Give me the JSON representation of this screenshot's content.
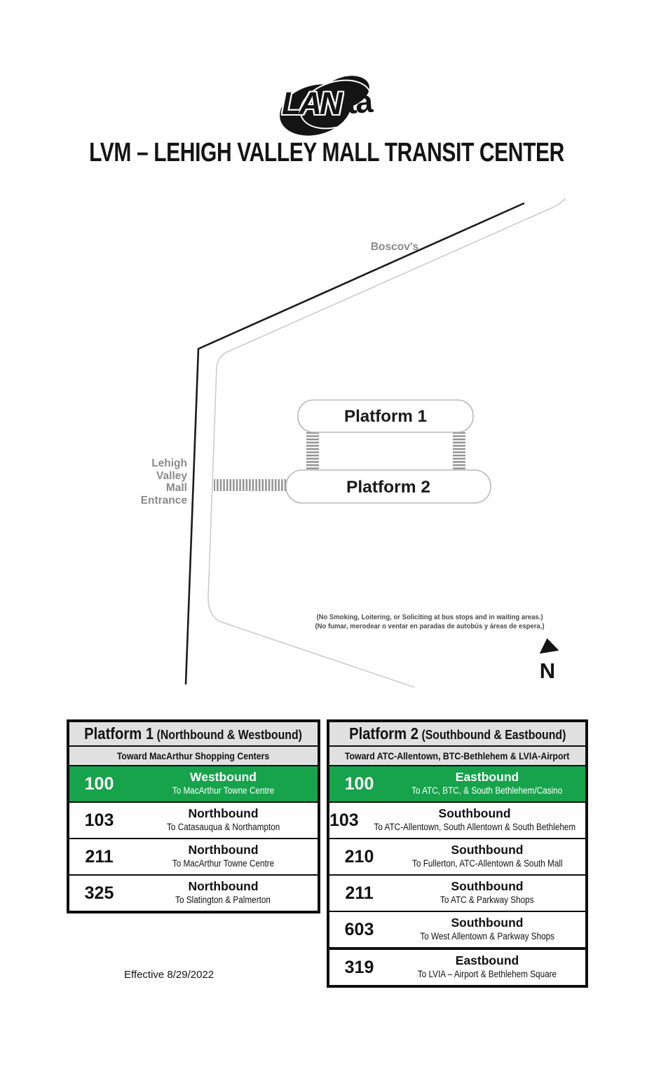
{
  "logo": {
    "lan": "LAN",
    "ta": "ta"
  },
  "title": "LVM – LEHIGH VALLEY MALL TRANSIT CENTER",
  "map": {
    "boscovs": "Boscov's",
    "platform1": "Platform 1",
    "platform2": "Platform 2",
    "entrance": [
      "Lehigh",
      "Valley",
      "Mall",
      "Entrance"
    ],
    "notice1": "(No Smoking, Loitering, or Soliciting at bus stops and in waiting areas.)",
    "notice2": "(No fumar, merodear o ventar en paradas de autobús y áreas de espera.)",
    "north": "N"
  },
  "tables": {
    "left": {
      "title": "Platform 1",
      "subtitle": "(Northbound & Westbound)",
      "toward": "Toward MacArthur Shopping Centers",
      "rows": [
        {
          "route": "100",
          "direction": "Westbound",
          "destination": "To MacArthur Towne Centre"
        },
        {
          "route": "103",
          "direction": "Northbound",
          "destination": "To Catasauqua & Northampton"
        },
        {
          "route": "211",
          "direction": "Northbound",
          "destination": "To MacArthur Towne Centre"
        },
        {
          "route": "325",
          "direction": "Northbound",
          "destination": "To Slatington & Palmerton"
        }
      ]
    },
    "right": {
      "title": "Platform 2",
      "subtitle": "(Southbound & Eastbound)",
      "toward": "Toward ATC-Allentown, BTC-Bethlehem & LVIA-Airport",
      "rows": [
        {
          "route": "100",
          "direction": "Eastbound",
          "destination": "To ATC, BTC, & South Bethlehem/Casino"
        },
        {
          "route": "103",
          "direction": "Southbound",
          "destination": "To ATC-Allentown, South Allentown & South Bethlehem"
        },
        {
          "route": "210",
          "direction": "Southbound",
          "destination": "To Fullerton, ATC-Allentown & South Mall"
        },
        {
          "route": "211",
          "direction": "Southbound",
          "destination": "To ATC & Parkway Shops"
        },
        {
          "route": "603",
          "direction": "Southbound",
          "destination": "To West Allentown & Parkway Shops"
        },
        {
          "route": "319",
          "direction": "Eastbound",
          "destination": "To LVIA – Airport & Bethlehem Square"
        }
      ]
    }
  },
  "footer": {
    "effective": "Effective 8/29/2022"
  },
  "colors": {
    "highlight_green": "#17a24c",
    "header_gray": "#e0e0e0",
    "border_black": "#0f0f0f",
    "map_label_gray": "#8a8a8a",
    "map_line_black": "#1c1c1c",
    "map_line_gray": "#cccccc"
  }
}
